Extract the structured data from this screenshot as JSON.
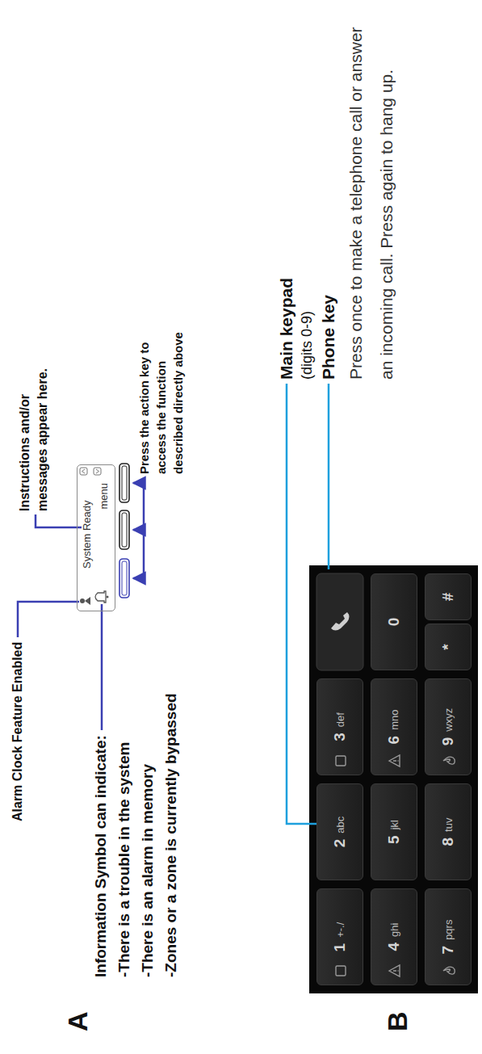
{
  "diagram": {
    "nodes": [
      {
        "text": [
          "System Ready",
          "menu"
        ]
      },
      {
        "text": [
          "1",
          "+-./"
        ]
      },
      {
        "text": [
          "2",
          "abc"
        ]
      },
      {
        "text": [
          "3",
          "def"
        ]
      },
      {
        "text": [
          "4",
          "ghi"
        ]
      },
      {
        "text": [
          "5",
          "jkl"
        ]
      },
      {
        "text": [
          "6",
          "mno"
        ]
      },
      {
        "text": [
          "0"
        ]
      },
      {
        "text": [
          "7",
          "pqrs"
        ]
      },
      {
        "text": [
          "8",
          "tuv"
        ]
      },
      {
        "text": [
          "9",
          "wxyz"
        ]
      },
      {
        "text": [
          "*"
        ]
      },
      {
        "text": [
          "#"
        ]
      }
    ],
    "labels": [
      "A",
      "Alarm Clock Feature Enabled",
      "Instructions and/or messages appear here.",
      "Information Symbol can indicate:",
      "-There is a trouble in the system",
      "-There is an alarm in memory",
      "-Zones or a zone is currently bypassed",
      "Press the action key to access the function described directly above",
      "B",
      "Main keypad",
      "(digits 0-9)",
      "Phone key",
      "Press once to make a telephone call or answer an incoming call. Press again to hang up."
    ]
  }
}
